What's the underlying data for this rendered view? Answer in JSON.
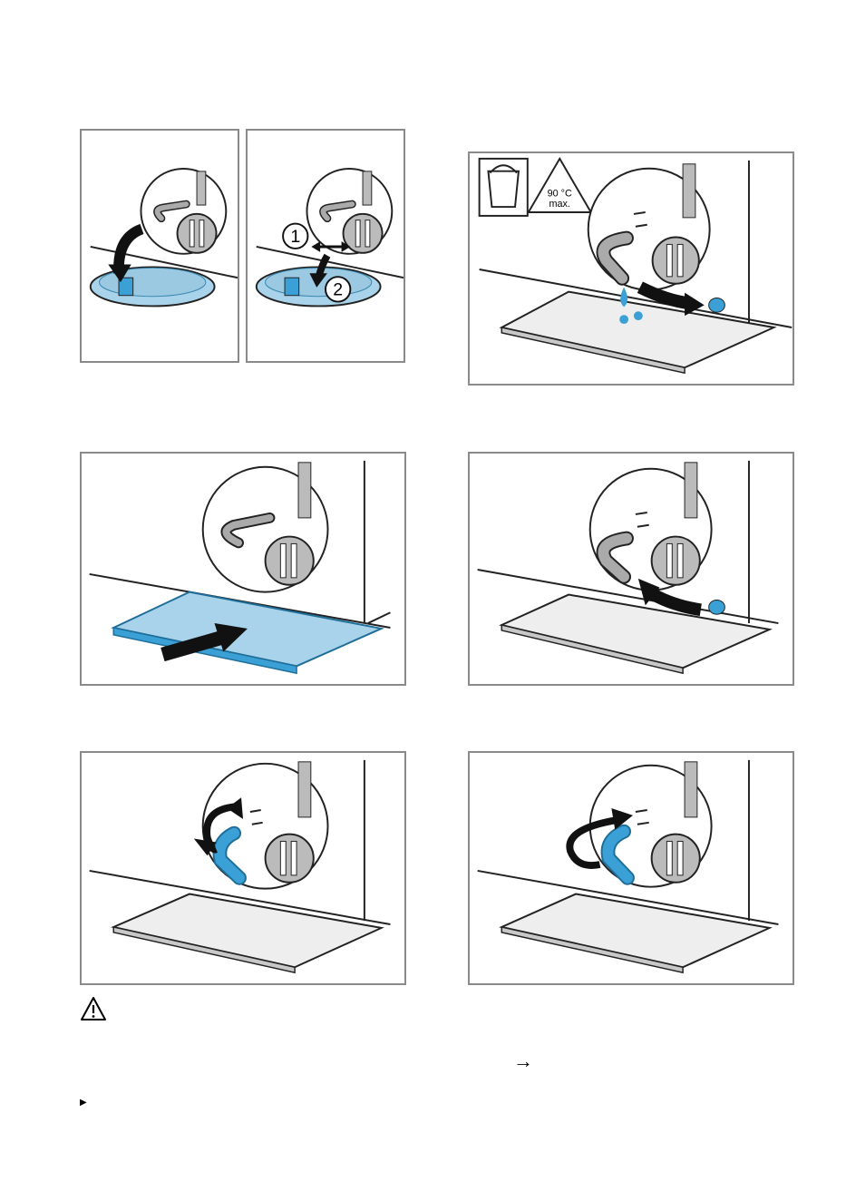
{
  "figure": {
    "step_numbers": [
      "1",
      "2"
    ],
    "temperature_label": "90 °C",
    "max_label": "max."
  },
  "colors": {
    "frame": "#8a8a8a",
    "accent_blue": "#3aa0d6",
    "light_blue": "#a9d3ea",
    "gray_fill": "#c8c8c8",
    "dark": "#222222"
  },
  "icons": {
    "warning": "warning-triangle-icon",
    "arrow": "arrow-right-icon",
    "bullet": "bullet-triangle-icon"
  },
  "glyphs": {
    "arrow": "→",
    "bullet": "▶"
  }
}
